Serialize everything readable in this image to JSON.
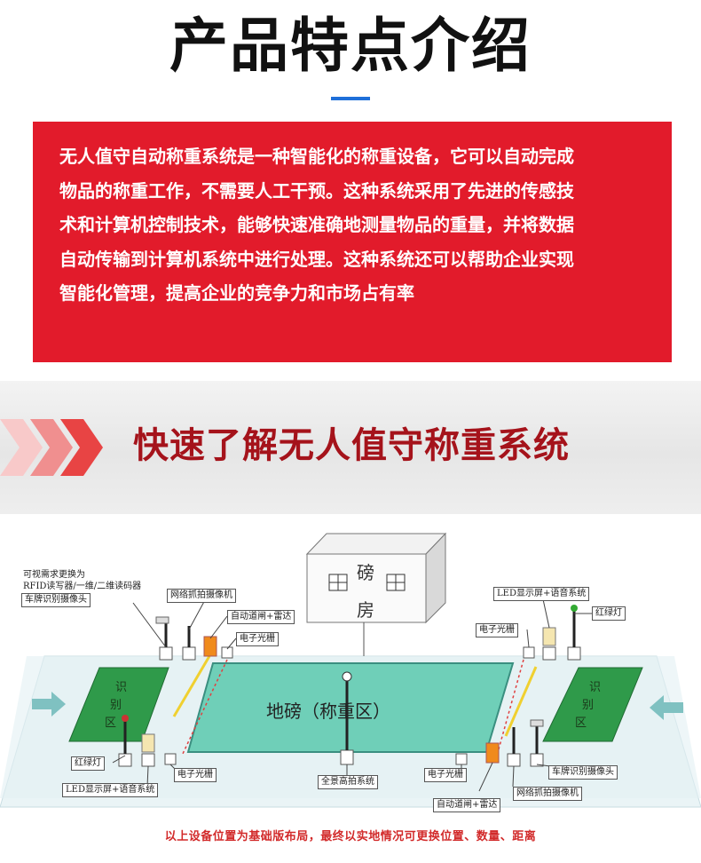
{
  "header": {
    "title": "产品特点介绍"
  },
  "intro": {
    "lines": [
      "无人值守自动称重系统是一种智能化的称重设备，它可以自动完成",
      "物品的称重工作，不需要人工干预。这种系统采用了先进的传感技",
      "术和计算机控制技术，能够快速准确地测量物品的重量，并将数据",
      "自动传输到计算机系统中进行处理。这种系统还可以帮助企业实现",
      "智能化管理，提高企业的竞争力和市场占有率"
    ]
  },
  "banner": {
    "title": "快速了解无人值守称重系统"
  },
  "diagram": {
    "house": {
      "char1": "磅",
      "char2": "房"
    },
    "scale_area": "地磅（称重区）",
    "left_zone": [
      "识",
      "别",
      "区"
    ],
    "right_zone": [
      "识",
      "别",
      "区"
    ],
    "labels": {
      "rfid_note_1": "可视需求更换为",
      "rfid_note_2": "RFID读写器/一维/二维读码器",
      "plate_cam_left": "车牌识别摄像头",
      "net_cam_top": "网络抓拍摄像机",
      "gate_radar_top": "自动道闸+雷达",
      "grating_top_left": "电子光栅",
      "led_top_right": "LED显示屏+语音系统",
      "traffic_light_right": "红绿灯",
      "grating_top_right": "电子光栅",
      "traffic_light_left": "红绿灯",
      "led_bottom_left": "LED显示屏+语音系统",
      "grating_bottom_left": "电子光栅",
      "panorama_cam": "全景高拍系统",
      "grating_bottom_right": "电子光栅",
      "gate_radar_bottom": "自动道闸+雷达",
      "net_cam_bottom": "网络抓拍摄像机",
      "plate_cam_right": "车牌识别摄像头"
    },
    "footer_note": "以上设备位置为基础版布局，最终以实地情况可更换位置、数量、距离"
  },
  "colors": {
    "intro_bg": "#e21b2b",
    "accent_blue": "#1e6fd9",
    "banner_title": "#a5131b",
    "scale_fill": "#6fcfb8",
    "zone_fill": "#2f9a4a",
    "footer_note": "#d22a2a"
  }
}
